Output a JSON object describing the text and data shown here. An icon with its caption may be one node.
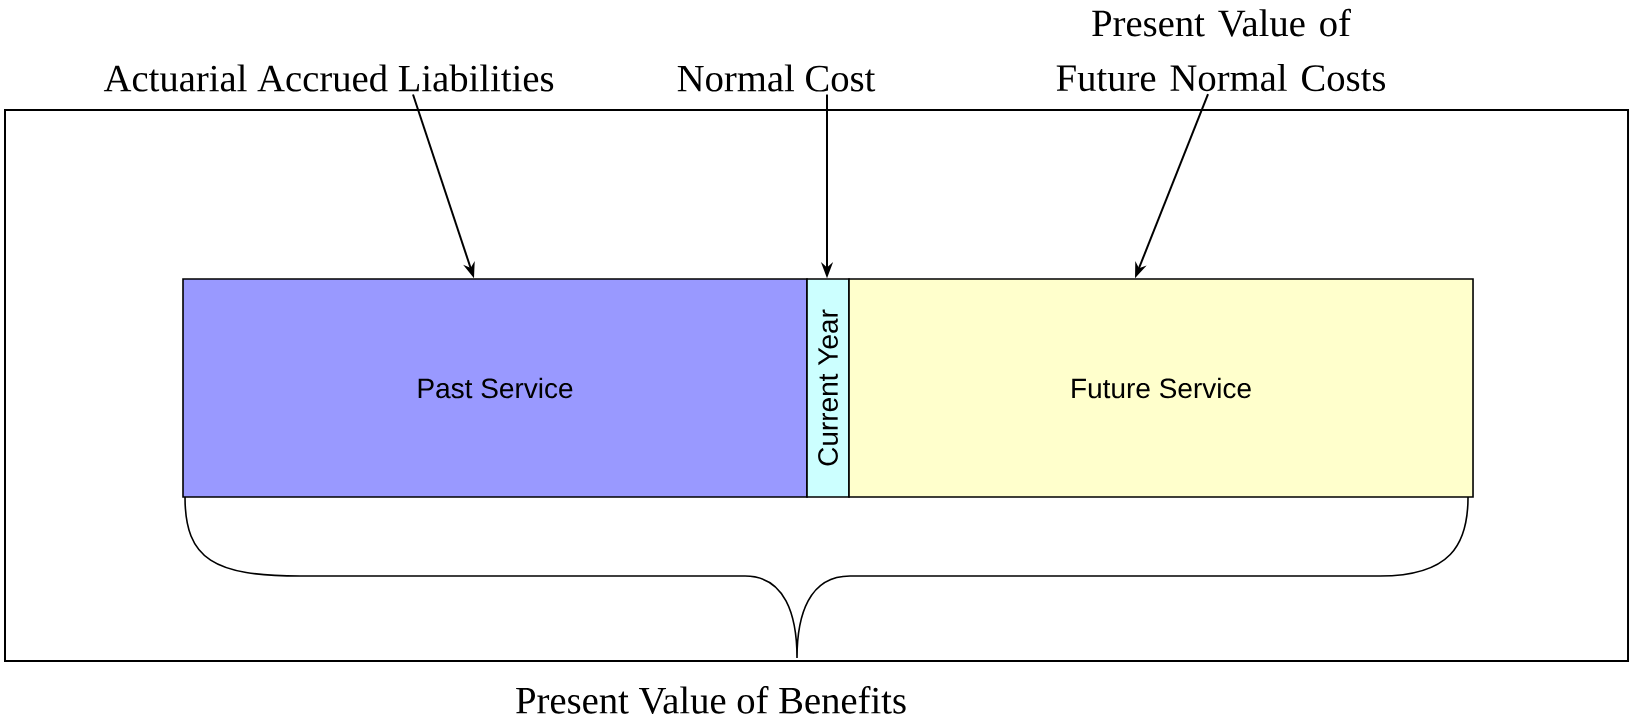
{
  "diagram": {
    "nodes": [
      {
        "text": [
          "Actuarial Accrued Liabilities"
        ]
      },
      {
        "text": [
          "Normal Cost"
        ]
      },
      {
        "text": [
          "Present Value of Future Normal Costs"
        ]
      },
      {
        "text": [
          "Past Service"
        ]
      },
      {
        "text": [
          "Current Year"
        ]
      },
      {
        "text": [
          "Future Service"
        ]
      }
    ],
    "edges": [
      {
        "from": 0,
        "to": 3,
        "arrow": "to"
      },
      {
        "from": 1,
        "to": 4,
        "arrow": "to"
      },
      {
        "from": 2,
        "to": 5,
        "arrow": "to"
      }
    ],
    "labels": [
      "Present Value of Benefits"
    ]
  }
}
